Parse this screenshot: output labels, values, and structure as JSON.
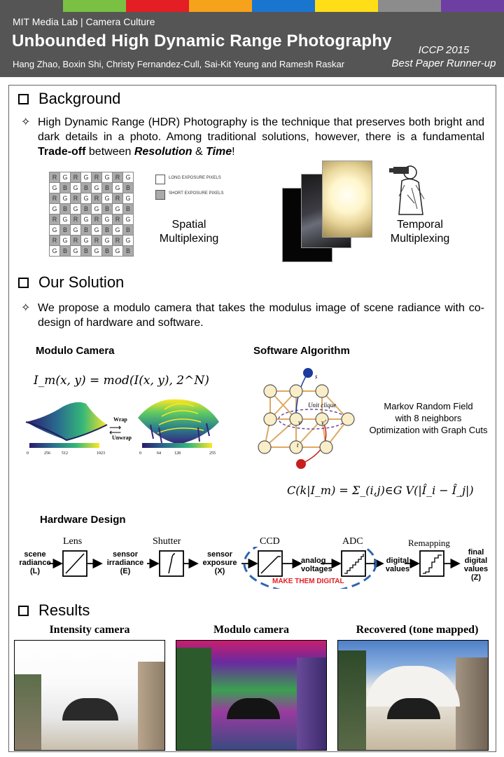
{
  "header": {
    "lab": "MIT Media Lab | Camera Culture",
    "title": "Unbounded High Dynamic Range Photography",
    "authors": "Hang Zhao, Boxin Shi, Christy Fernandez-Cull, Sai-Kit Yeung and Ramesh Raskar",
    "venue": "ICCP 2015",
    "award": "Best Paper Runner-up"
  },
  "stripe_colors": [
    "#555555",
    "#7ac143",
    "#e31e24",
    "#f7a21b",
    "#1a75cf",
    "#ffde17",
    "#8c8c8c",
    "#6e3fa3"
  ],
  "background": {
    "heading": "Background",
    "bullet_a": "High Dynamic Range (HDR) Photography is the technique that preserves both bright and dark details in a photo. Among traditional solutions, however, there is a fundamental ",
    "bullet_b": "Trade-off",
    "bullet_c": " between ",
    "bullet_d": "Resolution",
    "bullet_e": " & ",
    "bullet_f": "Time",
    "bullet_g": "!",
    "legend_long": "LONG EXPOSURE PIXELS",
    "legend_short": "SHORT EXPOSURE PIXELS",
    "spatial_1": "Spatial",
    "spatial_2": "Multiplexing",
    "temporal_1": "Temporal",
    "temporal_2": "Multiplexing",
    "bayer_rows": [
      [
        "R",
        "G",
        "R",
        "G",
        "R",
        "G",
        "R",
        "G"
      ],
      [
        "G",
        "B",
        "G",
        "B",
        "G",
        "B",
        "G",
        "B"
      ],
      [
        "R",
        "G",
        "R",
        "G",
        "R",
        "G",
        "R",
        "G"
      ],
      [
        "G",
        "B",
        "G",
        "B",
        "G",
        "B",
        "G",
        "B"
      ],
      [
        "R",
        "G",
        "R",
        "G",
        "R",
        "G",
        "R",
        "G"
      ],
      [
        "G",
        "B",
        "G",
        "B",
        "G",
        "B",
        "G",
        "B"
      ],
      [
        "R",
        "G",
        "R",
        "G",
        "R",
        "G",
        "R",
        "G"
      ],
      [
        "G",
        "B",
        "G",
        "B",
        "G",
        "B",
        "G",
        "B"
      ]
    ]
  },
  "solution": {
    "heading": "Our Solution",
    "bullet": "We propose a modulo camera that takes the modulus image of scene radiance with co-design of hardware and software.",
    "modulo_title": "Modulo Camera",
    "software_title": "Software Algorithm",
    "formula_mod": "I_m(x, y) = mod(I(x, y), 2^N)",
    "wrap": "Wrap",
    "unwrap": "Unwrap",
    "cbar1_ticks": [
      "0",
      "256",
      "512",
      "1023"
    ],
    "cbar2_ticks": [
      "0",
      "64",
      "128",
      "255"
    ],
    "graph_s": "s",
    "graph_t": "t",
    "graph_unit": "Unit clique",
    "graph_v1": "v",
    "graph_v2": "v'",
    "mrf_1": "Markov Random Field",
    "mrf_2": "with 8 neighbors",
    "mrf_3": "Optimization with Graph Cuts",
    "energy": "C(k|I_m) = Σ_(i,j)∈G V(|Î_i − Î_j|)"
  },
  "hardware": {
    "title": "Hardware Design",
    "lens": "Lens",
    "shutter": "Shutter",
    "ccd": "CCD",
    "adc": "ADC",
    "remap": "Remapping",
    "scene_1": "scene",
    "scene_2": "radiance",
    "scene_3": "(L)",
    "irr_1": "sensor",
    "irr_2": "irradiance",
    "irr_3": "(E)",
    "exp_1": "sensor",
    "exp_2": "exposure",
    "exp_3": "(X)",
    "analog_1": "analog",
    "analog_2": "voltages",
    "digital_1": "digital",
    "digital_2": "values",
    "final_1": "final",
    "final_2": "digital",
    "final_3": "values",
    "final_4": "(Z)",
    "make_digital": "MAKE THEM DIGITAL"
  },
  "results": {
    "heading": "Results",
    "intensity": "Intensity camera",
    "modulo": "Modulo camera",
    "recovered": "Recovered (tone mapped)"
  }
}
